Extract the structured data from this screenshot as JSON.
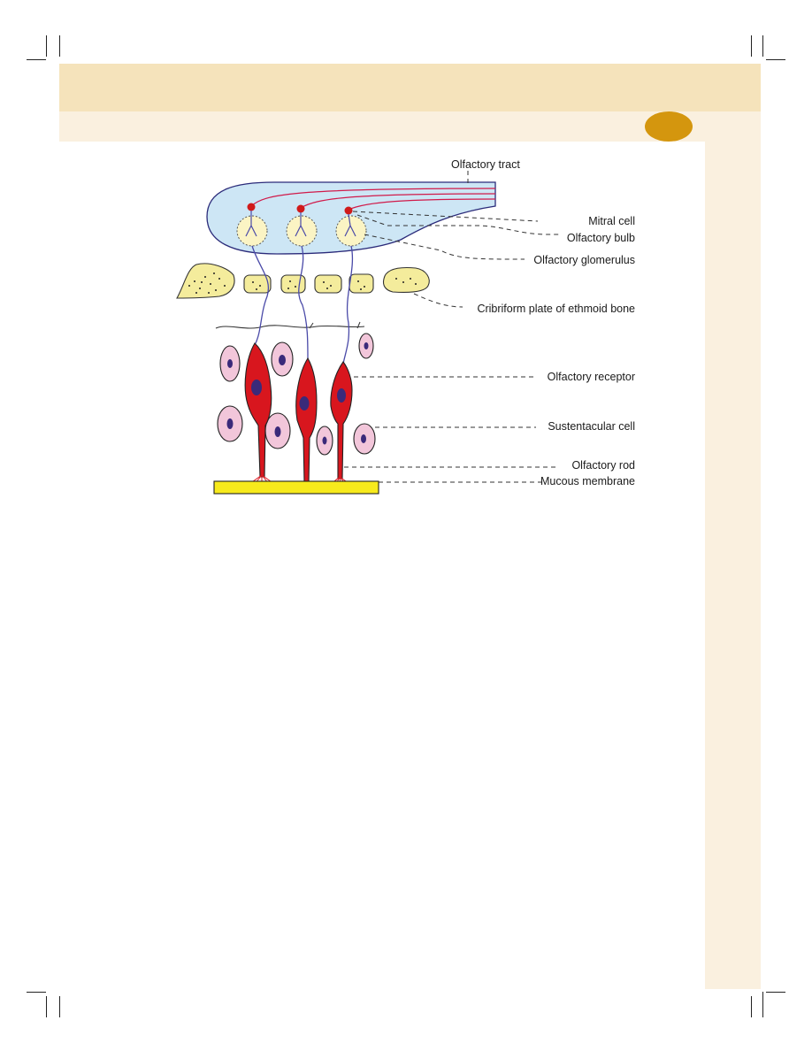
{
  "header": {
    "tab_color": "#d4960e",
    "band_color": "#f5e3bb",
    "sidebar_color": "#faf0df"
  },
  "diagram": {
    "labels": {
      "olfactory_tract": "Olfactory tract",
      "mitral_cell": "Mitral cell",
      "olfactory_bulb": "Olfactory bulb",
      "olfactory_glomerulus": "Olfactory glomerulus",
      "cribriform_plate": "Cribriform plate of ethmoid bone",
      "olfactory_receptor": "Olfactory receptor",
      "sustentacular_cell": "Sustentacular cell",
      "olfactory_rod": "Olfactory rod",
      "mucous_membrane": "Mucous membrane"
    },
    "colors": {
      "bulb": "#cde6f5",
      "receptor": "#d8161e",
      "sustentacular": "#f2c6da",
      "nucleus": "#3a2a7a",
      "bone": "#f4ec9c",
      "mucous": "#f7ea1c",
      "nerve": "#4a4aa8",
      "mitral_axon": "#d01a4a"
    }
  }
}
